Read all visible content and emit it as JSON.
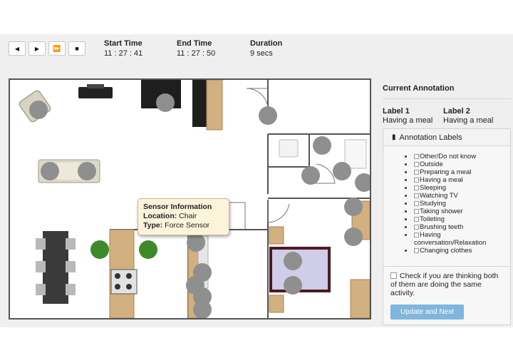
{
  "controls": {
    "prev_icon": "chevron-left-icon",
    "next_icon": "chevron-right-icon",
    "fast_forward_icon": "fast-forward-icon",
    "stop_icon": "stop-icon",
    "prev_glyph": "◀",
    "next_glyph": "▶",
    "ff_glyph": "⏩",
    "stop_glyph": "■"
  },
  "times": {
    "start_label": "Start Time",
    "start_value": "11 : 27 : 41",
    "end_label": "End Time",
    "end_value": "11 : 27 : 50",
    "duration_label": "Duration",
    "duration_value": "9 secs"
  },
  "tooltip": {
    "title": "Sensor Information",
    "location_key": "Location:",
    "location_value": "Chair",
    "type_key": "Type:",
    "type_value": "Force Sensor"
  },
  "panel": {
    "title": "Current Annotation",
    "label1_heading": "Label 1",
    "label1_value": "Having a meal",
    "label2_heading": "Label 2",
    "label2_value": "Having a meal",
    "labels_header": "Annotation Labels",
    "labels_icon": "comments-icon",
    "activities": [
      "Other/Do not know",
      "Outside",
      "Preparing a meal",
      "Having a meal",
      "Sleeping",
      "Watching TV",
      "Studying",
      "Taking shower",
      "Toileting",
      "Brushing teeth",
      "Having conversation/Relaxation",
      "Changing clothes"
    ],
    "both_check_label": "Check if you are thinking both of them are doing the same activity.",
    "update_button": "Update and Next"
  },
  "colors": {
    "sensor": "#8f8f8f",
    "plant": "#3d8a2a",
    "wood": "#d2b07f",
    "rug": "#cfcde8",
    "rug_border": "#4d1a22",
    "button": "#7fb6dd",
    "tooltip_bg": "#fbf4da"
  }
}
